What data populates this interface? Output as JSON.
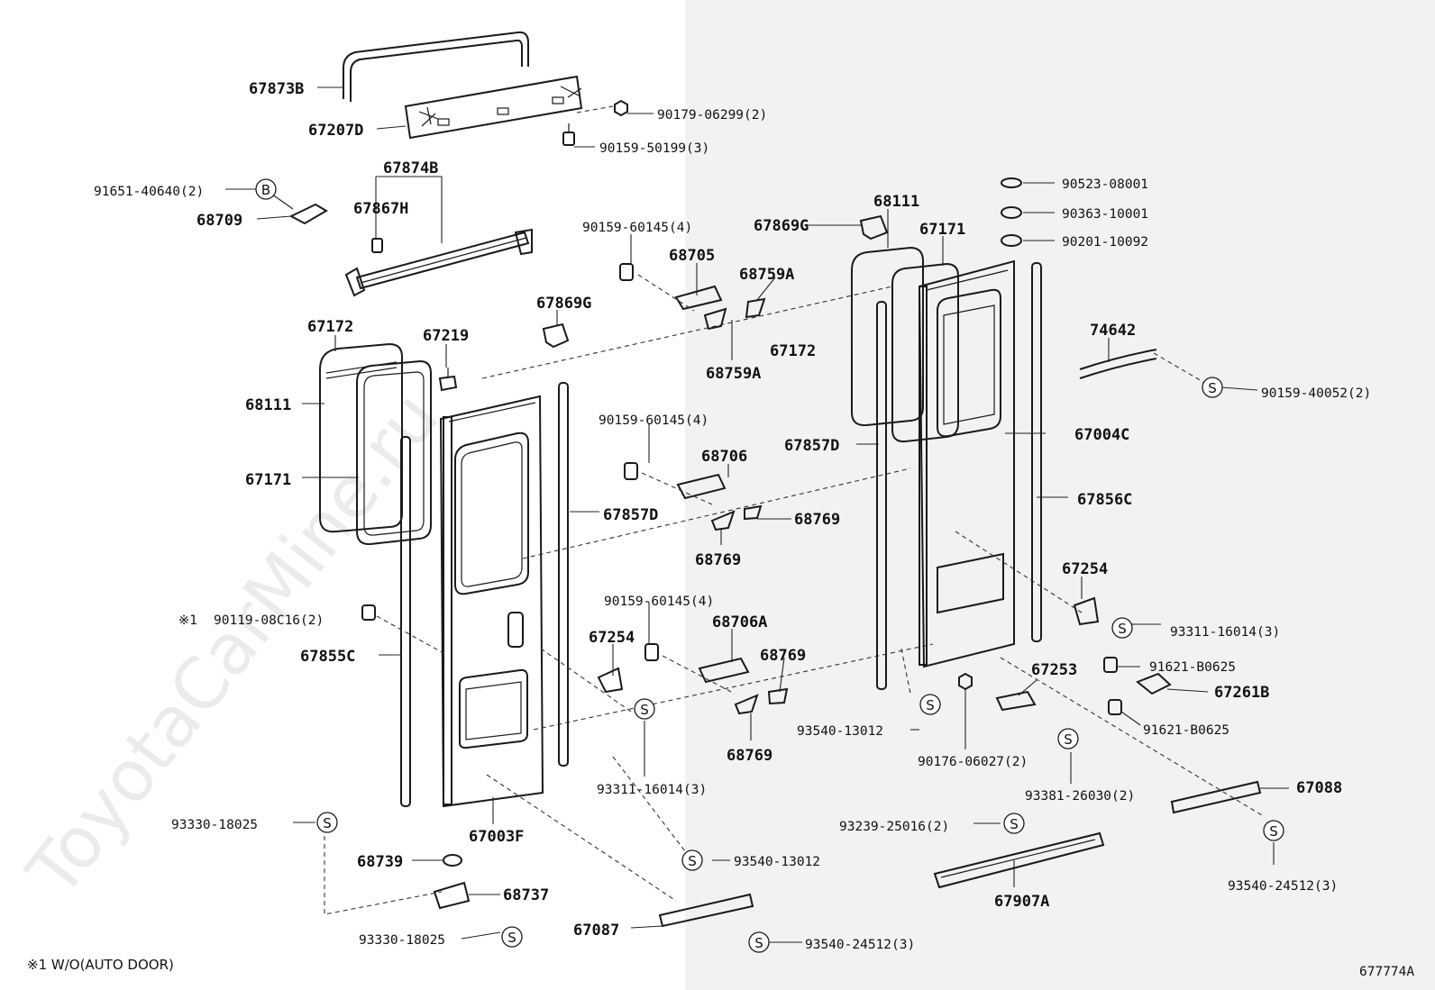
{
  "watermark": "ToyotaCarMine.ru",
  "footnote": "※1  W/O(AUTO DOOR)",
  "figure_id": "677774A",
  "note_mark": "※1",
  "symbols": {
    "s": "S",
    "b": "B"
  },
  "labels": {
    "p67873B": "67873B",
    "p67207D": "67207D",
    "p90179_06299": "90179-06299(2)",
    "p90159_50199": "90159-50199(3)",
    "p67874B": "67874B",
    "p91651_40640": "91651-40640(2)",
    "p68709": "68709",
    "p67867H": "67867H",
    "p90159_60145_a": "90159-60145(4)",
    "p68705": "68705",
    "p68759A_a": "68759A",
    "p68759A_b": "68759A",
    "p67869G_a": "67869G",
    "p67869G_b": "67869G",
    "p68111_a": "68111",
    "p67171_a": "67171",
    "p90523_08001": "90523-08001",
    "p90363_10001": "90363-10001",
    "p90201_10092": "90201-10092",
    "p67172_a": "67172",
    "p67219": "67219",
    "p68111_b": "68111",
    "p67171_b": "67171",
    "p67172_b": "67172",
    "p74642": "74642",
    "p90159_40052": "90159-40052(2)",
    "p90159_60145_b": "90159-60145(4)",
    "p68706": "68706",
    "p68769_a": "68769",
    "p68769_b": "68769",
    "p67857D_a": "67857D",
    "p67857D_b": "67857D",
    "p67004C": "67004C",
    "p67856C": "67856C",
    "p67254_a": "67254",
    "p93311_16014_a": "93311-16014(3)",
    "p90159_60145_c": "90159-60145(4)",
    "p90119_08C16": "90119-08C16(2)",
    "p68706A": "68706A",
    "p67254_b": "67254",
    "p68769_c": "68769",
    "p68769_d": "68769",
    "p67855C": "67855C",
    "p91621_B0625_a": "91621-B0625",
    "p67253": "67253",
    "p67261B": "67261B",
    "p91621_B0625_b": "91621-B0625",
    "p93540_13012_a": "93540-13012",
    "p90176_06027": "90176-06027(2)",
    "p93311_16014_b": "93311-16014(3)",
    "p93381_26030": "93381-26030(2)",
    "p67088": "67088",
    "p93330_18025_a": "93330-18025",
    "p67003F": "67003F",
    "p93239_25016": "93239-25016(2)",
    "p93540_13012_b": "93540-13012",
    "p68739": "68739",
    "p68737": "68737",
    "p67907A": "67907A",
    "p93540_24512_a": "93540-24512(3)",
    "p93330_18025_b": "93330-18025",
    "p67087": "67087",
    "p93540_24512_b": "93540-24512(3)"
  }
}
